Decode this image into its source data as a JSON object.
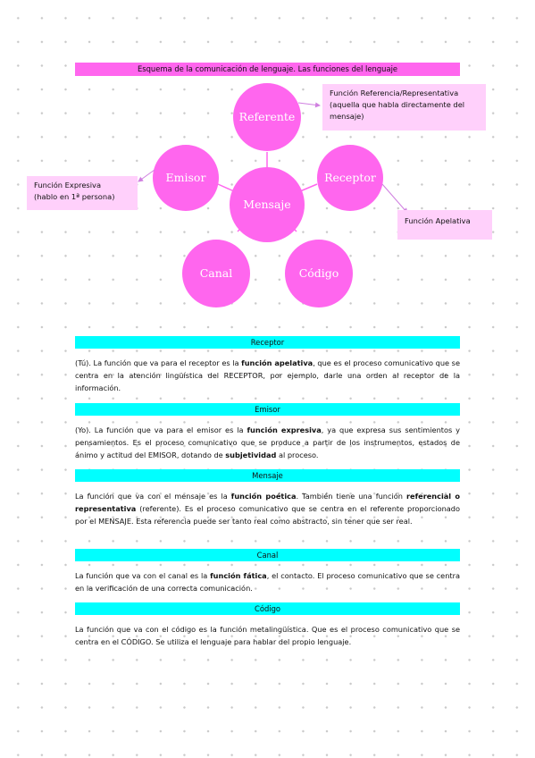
{
  "title": "Esquema de la comunicación de lenguaje. Las funciones del lenguaje",
  "diagram": {
    "circles": {
      "referente": "Referente",
      "emisor": "Emisor",
      "receptor": "Receptor",
      "mensaje": "Mensaje",
      "canal": "Canal",
      "codigo": "Código"
    },
    "circle_color": "#ff66ee",
    "callouts": {
      "referencial": {
        "line1": "Función Referencia/Representativa",
        "line2": "(aquella que habla directamente del",
        "line3": "mensaje)"
      },
      "expresiva": {
        "line1": "Función Expresiva",
        "line2": "(hablo en 1ª persona)"
      },
      "apelativa": {
        "line1": "Función Apelativa"
      }
    }
  },
  "sections": {
    "receptor": {
      "heading": "Receptor",
      "parts": [
        "(Tú). La función que va para el receptor es la ",
        "función apelativa",
        ", que es el proceso comunicativo que se centra en la atención lingüística del RECEPTOR, por ejemplo, darle una orden al receptor de la información."
      ]
    },
    "emisor": {
      "heading": "Emisor",
      "parts": [
        "(Yo). La función que va para el emisor es la ",
        "función expresiva",
        ", ya que expresa sus sentimientos y pensamientos. Es el proceso comunicativo que se produce a partir de los instrumentos, estados de ánimo y actitud del EMISOR, dotando de ",
        "subjetividad",
        " al proceso."
      ]
    },
    "mensaje": {
      "heading": "Mensaje",
      "parts": [
        "La función que va con el mensaje es la ",
        "función poética",
        ". También tiene una función ",
        "referencial o representativa",
        " (referente). Es el proceso comunicativo que se centra en el referente proporcionado por el MENSAJE. Esta referencia puede ser tanto real como abstracto, sin tener que ser real."
      ]
    },
    "canal": {
      "heading": "Canal",
      "parts": [
        "La función que va con el canal es la ",
        "función fática",
        ", el contacto. El proceso comunicativo que se centra en la verificación de una correcta comunicación."
      ]
    },
    "codigo": {
      "heading": "Código",
      "parts": [
        "La función que va con el código es la función metalingüística. Que es el proceso comunicativo que se centra en el CÓDIGO. Se utiliza el lenguaje para hablar del propio lenguaje."
      ]
    }
  },
  "colors": {
    "title_bar": "#ff66ee",
    "section_bar": "#00ffff",
    "callout_bg": "#ffd0fb"
  }
}
